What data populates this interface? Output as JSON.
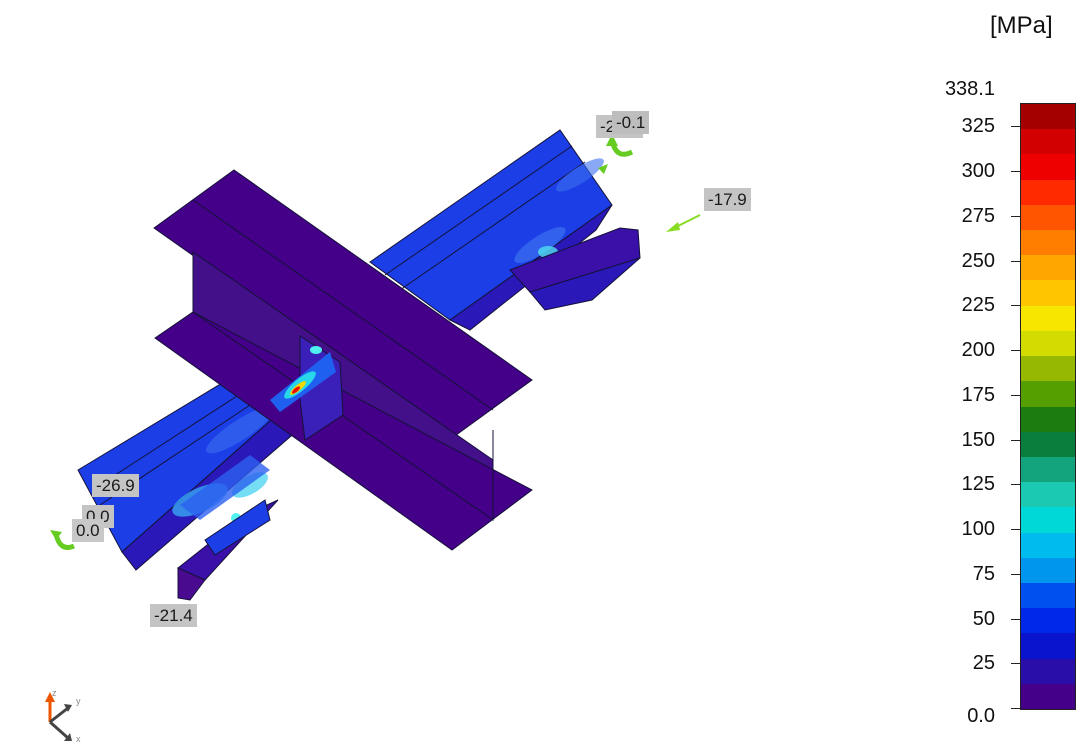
{
  "legend": {
    "unit": "[MPa]",
    "max_label": "338.1",
    "ticks": [
      "325",
      "300",
      "275",
      "250",
      "225",
      "200",
      "175",
      "150",
      "125",
      "100",
      "75",
      "50",
      "25",
      "0.0"
    ],
    "max_value": 338.1,
    "colors": [
      "#a40000",
      "#d20000",
      "#ee0000",
      "#ff2a00",
      "#ff5500",
      "#ff7e00",
      "#ffa600",
      "#ffc600",
      "#f6e600",
      "#d2dc00",
      "#96b800",
      "#55a000",
      "#1c7c10",
      "#0a7e3c",
      "#13a37d",
      "#1bc8b2",
      "#00d8d8",
      "#00bbee",
      "#0096ee",
      "#0050f0",
      "#0028e8",
      "#0a14cc",
      "#2a0eaa",
      "#440088"
    ]
  },
  "callouts": {
    "c1": "-26.9",
    "c2": "0.0",
    "c3": "0.0",
    "c4": "-21.4",
    "c5": "-27.3",
    "c6": "-0.1",
    "c7": "-17.9"
  },
  "icons": {
    "moment_arrow_color": "#66cc22",
    "force_arrow_color": "#88dd22",
    "axis_x_color": "#444444",
    "axis_y_color": "#444444",
    "axis_z_color": "#ee5500"
  },
  "axes": {
    "x": "x",
    "y": "y",
    "z": "z"
  }
}
